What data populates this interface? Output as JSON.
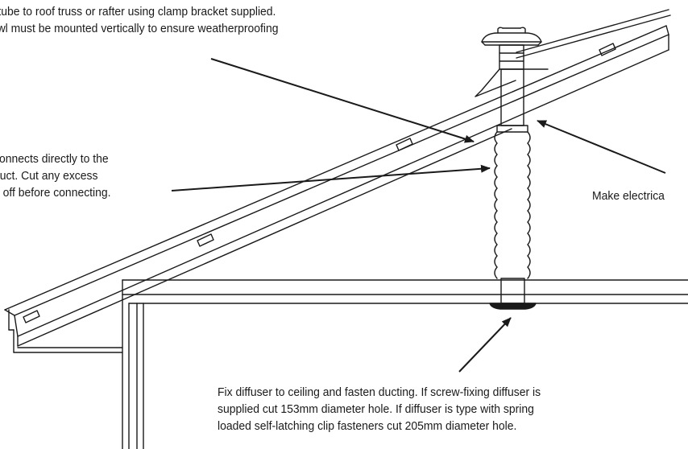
{
  "colors": {
    "line": "#1a1a1a",
    "background": "#ffffff",
    "text": "#1a1a1a"
  },
  "annotations": {
    "mount": [
      "en tube to roof truss or rafter using clamp bracket supplied.",
      "/cowl must be mounted vertically to ensure weatherproofing"
    ],
    "duct": [
      "connects directly to the",
      "duct. Cut any excess",
      "g off before connecting."
    ],
    "electrical": [
      "Make electrica"
    ],
    "diffuser": [
      "Fix diffuser to ceiling and fasten ducting. If screw-fixing diffuser is",
      "supplied cut 153mm diameter hole. If diffuser is type with spring",
      "loaded self-latching clip fasteners cut 205mm diameter hole."
    ]
  }
}
